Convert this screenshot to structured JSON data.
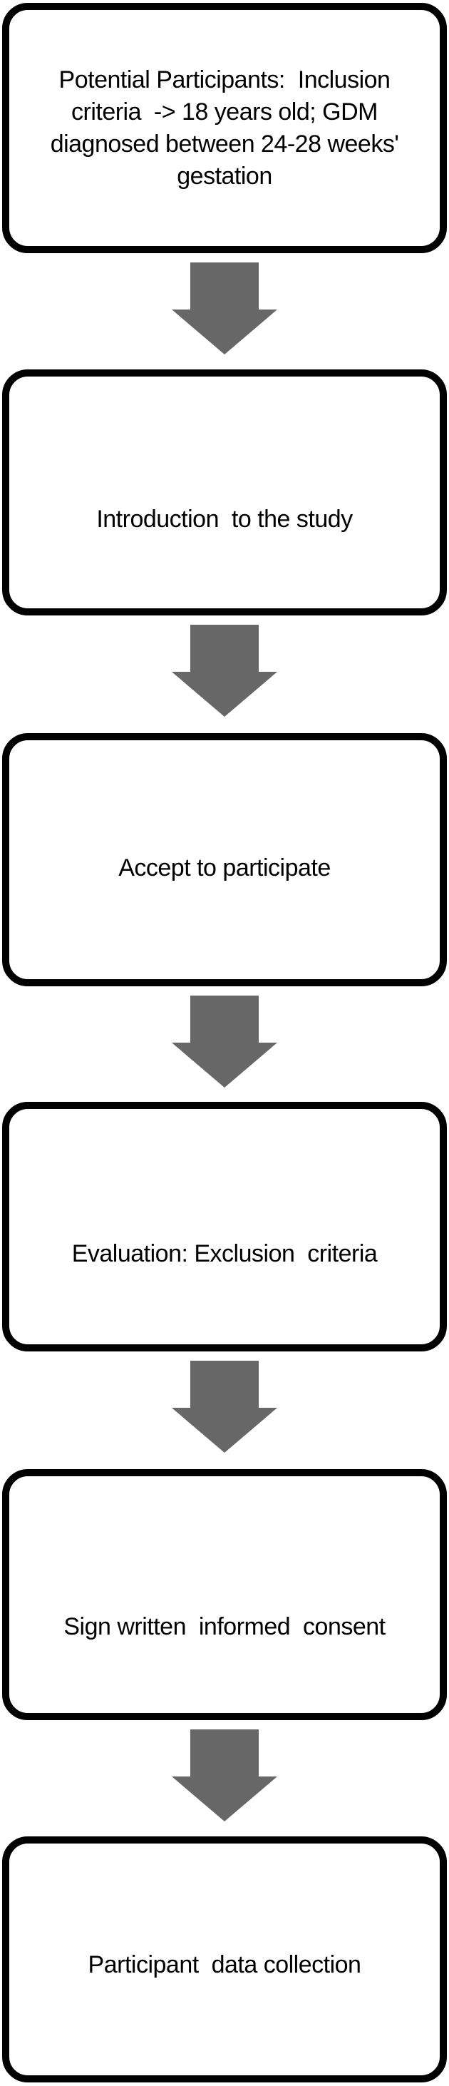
{
  "flowchart": {
    "description": "Participant recruitment flowchart",
    "colors": {
      "arrow": "#676767",
      "border": "#000000",
      "background": "#ffffff",
      "text": "#000000"
    },
    "boxes": [
      {
        "id": "potential-participants",
        "lines": [
          "Potential Participants:  Inclusion",
          "criteria  -> 18 years old; GDM",
          "diagnosed between 24-28 weeks'",
          "gestation"
        ]
      },
      {
        "id": "introduction",
        "lines": [
          "Introduction  to the study"
        ]
      },
      {
        "id": "accept-to-participate",
        "lines": [
          "Accept to participate"
        ]
      },
      {
        "id": "evaluation-exclusion",
        "lines": [
          "Evaluation: Exclusion  criteria"
        ]
      },
      {
        "id": "sign-consent",
        "lines": [
          "Sign written  informed  consent"
        ]
      },
      {
        "id": "data-collection",
        "lines": [
          "Participant  data collection"
        ]
      }
    ]
  }
}
